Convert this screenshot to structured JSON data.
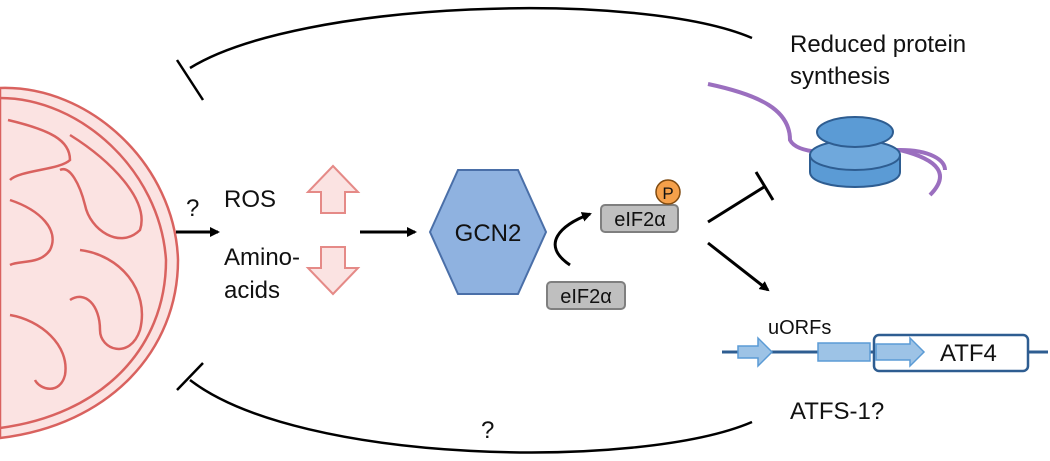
{
  "labels": {
    "reduced_protein_line1": "Reduced protein",
    "reduced_protein_line2": "synthesis",
    "question_left": "?",
    "ros": "ROS",
    "amino_line1": "Amino-",
    "amino_line2": "acids",
    "gcn2": "GCN2",
    "eif2a_phos": "eIF2α",
    "p_badge": "P",
    "eif2a": "eIF2α",
    "uorfs": "uORFs",
    "atf4": "ATF4",
    "atfs1": "ATFS-1?",
    "question_bottom": "?"
  },
  "colors": {
    "mito_stroke": "#d9625f",
    "mito_fill": "#fbe3e2",
    "arrow_up_down": "#e58a87",
    "gcn2_fill": "#8fb2e0",
    "gcn2_stroke": "#4a6fa8",
    "ribosome_fill": "#5b9bd5",
    "ribosome_stroke": "#2e5d91",
    "mrna": "#9b6fbf",
    "eif_fill": "#bfbfbf",
    "eif_stroke": "#7f7f7f",
    "p_fill": "#f5a04a",
    "gene_line": "#2e5d91",
    "uorf_fill": "#9dc3e6",
    "arrow": "#000000"
  }
}
